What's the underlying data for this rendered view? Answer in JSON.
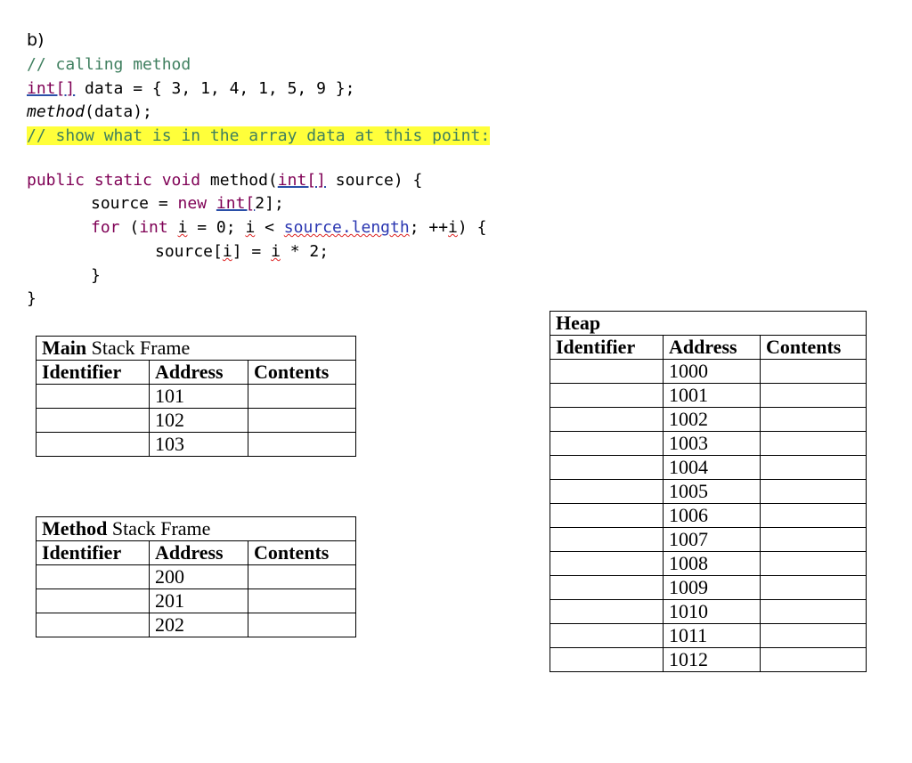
{
  "part_label": "b)",
  "code": {
    "l1": "// calling method",
    "l2_kw": "int[]",
    "l2_rest": " data = { 3, 1, 4, 1, 5, 9 };",
    "l3_call": "method",
    "l3_rest": "(data);",
    "l4": "// show what is in the array data at this point:",
    "m1_kw": "public static void",
    "m1_name": " method(",
    "m1_type": "int[]",
    "m1_rest": " source) {",
    "m2_a": "source = ",
    "m2_new": "new",
    "m2_type": "int[",
    "m2_rest": "2];",
    "m3_for": "for",
    "m3_int": "int",
    "m3_rest_a": " = 0; ",
    "m3_i": "i",
    "m3_rest_b": " < ",
    "m3_src": "source.length",
    "m3_rest_c": "; ++",
    "m3_end": ") {",
    "m4": "source[",
    "m4_b": "] = ",
    "m4_c": " * 2;",
    "brace_inner": "}",
    "brace_outer": "}"
  },
  "main_frame": {
    "title_bold": "Main",
    "title_rest": " Stack Frame",
    "headers": [
      "Identifier",
      "Address",
      "Contents"
    ],
    "rows": [
      {
        "id": "",
        "address": "101",
        "contents": ""
      },
      {
        "id": "",
        "address": "102",
        "contents": ""
      },
      {
        "id": "",
        "address": "103",
        "contents": ""
      }
    ]
  },
  "method_frame": {
    "title_bold": "Method",
    "title_rest": " Stack Frame",
    "headers": [
      "Identifier",
      "Address",
      "Contents"
    ],
    "rows": [
      {
        "id": "",
        "address": "200",
        "contents": ""
      },
      {
        "id": "",
        "address": "201",
        "contents": ""
      },
      {
        "id": "",
        "address": "202",
        "contents": ""
      }
    ]
  },
  "heap": {
    "title": "Heap",
    "headers": [
      "Identifier",
      "Address",
      "Contents"
    ],
    "rows": [
      {
        "id": "",
        "address": "1000",
        "contents": ""
      },
      {
        "id": "",
        "address": "1001",
        "contents": ""
      },
      {
        "id": "",
        "address": "1002",
        "contents": ""
      },
      {
        "id": "",
        "address": "1003",
        "contents": ""
      },
      {
        "id": "",
        "address": "1004",
        "contents": ""
      },
      {
        "id": "",
        "address": "1005",
        "contents": ""
      },
      {
        "id": "",
        "address": "1006",
        "contents": ""
      },
      {
        "id": "",
        "address": "1007",
        "contents": ""
      },
      {
        "id": "",
        "address": "1008",
        "contents": ""
      },
      {
        "id": "",
        "address": "1009",
        "contents": ""
      },
      {
        "id": "",
        "address": "1010",
        "contents": ""
      },
      {
        "id": "",
        "address": "1011",
        "contents": ""
      },
      {
        "id": "",
        "address": "1012",
        "contents": ""
      }
    ]
  }
}
